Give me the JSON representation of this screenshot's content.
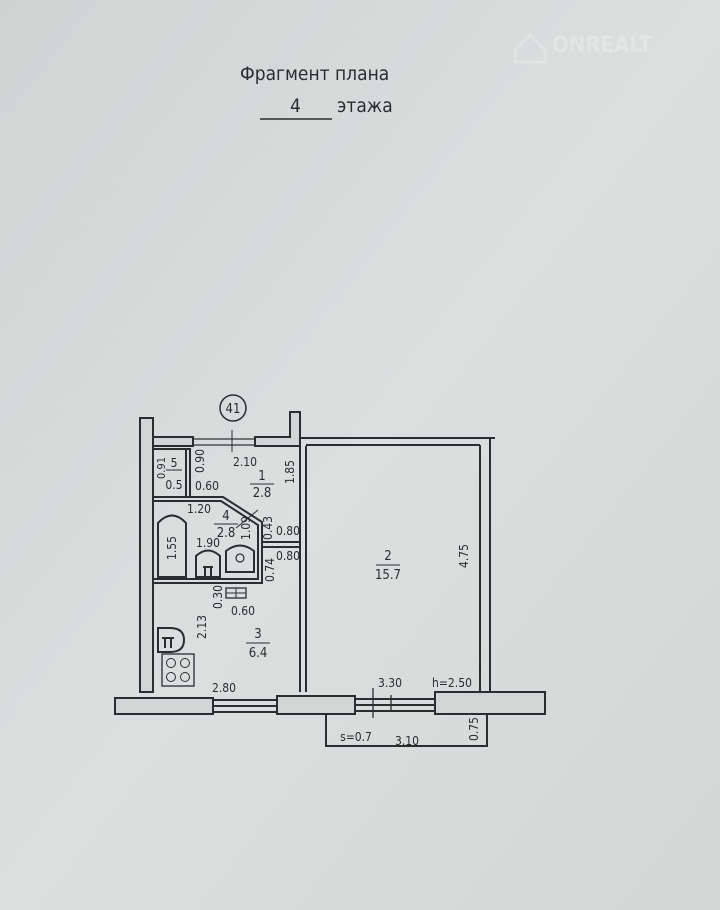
{
  "header": {
    "title": "Фрагмент плана",
    "floor_number": "4",
    "floor_word": "этажа"
  },
  "watermark": "ONREALT",
  "axis_marker": "41",
  "rooms": [
    {
      "number": "1",
      "area": "2.8"
    },
    {
      "number": "2",
      "area": "15.7"
    },
    {
      "number": "3",
      "area": "6.4"
    },
    {
      "number": "4",
      "area": "2.8"
    },
    {
      "number": "5",
      "area": "0.5"
    }
  ],
  "dimensions": {
    "d_2_10": "2.10",
    "d_1_85": "1.85",
    "d_0_91": "0.91",
    "d_0_90": "0.90",
    "d_0_60a": "0.60",
    "d_1_20": "1.20",
    "d_1_55": "1.55",
    "d_1_90": "1.90",
    "d_1_09": "1.09",
    "d_0_43": "0.43",
    "d_0_80a": "0.80",
    "d_0_80b": "0.80",
    "d_0_74": "0.74",
    "d_0_30": "0.30",
    "d_0_60b": "0.60",
    "d_2_13": "2.13",
    "d_2_80": "2.80",
    "d_4_75": "4.75",
    "d_3_30": "3.30",
    "height": "h=2.50",
    "balcony_area": "s=0.7",
    "d_3_10": "3.10",
    "d_0_75": "0.75"
  }
}
